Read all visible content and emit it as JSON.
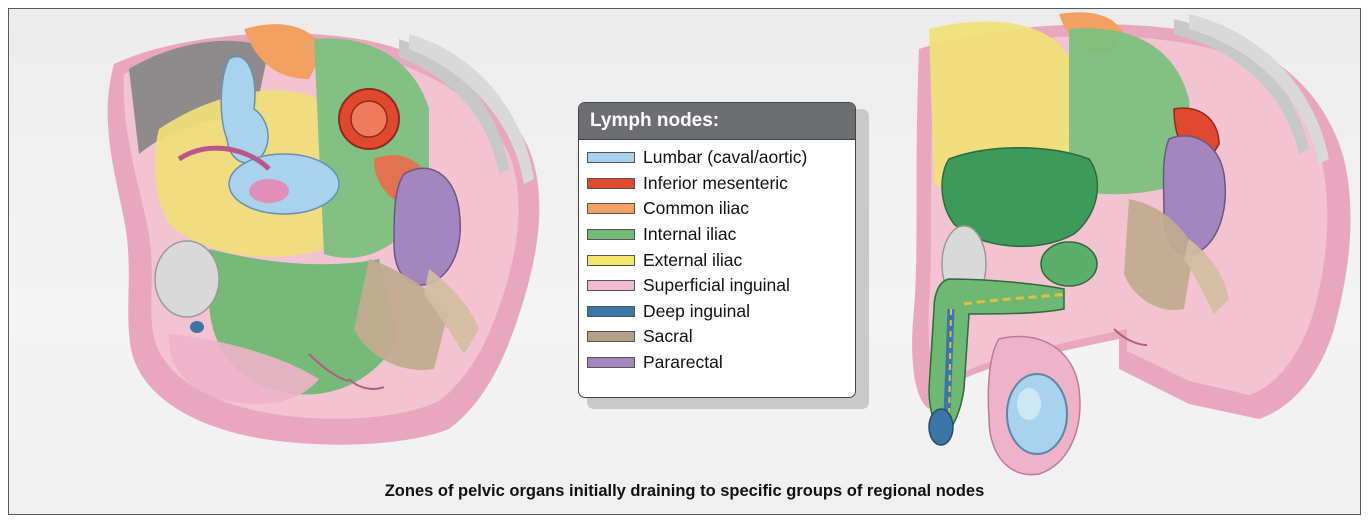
{
  "legend": {
    "title": "Lymph nodes:",
    "items": [
      {
        "label": "Lumbar (caval/aortic)",
        "color": "#a9d3ec"
      },
      {
        "label": "Inferior mesenteric",
        "color": "#e0492f"
      },
      {
        "label": "Common iliac",
        "color": "#f3a162"
      },
      {
        "label": "Internal iliac",
        "color": "#74bb79"
      },
      {
        "label": "External iliac",
        "color": "#f3e46c"
      },
      {
        "label": "Superficial inguinal",
        "color": "#f0bcd3"
      },
      {
        "label": "Deep inguinal",
        "color": "#3b77a6"
      },
      {
        "label": "Sacral",
        "color": "#b5a08a"
      },
      {
        "label": "Pararectal",
        "color": "#a486bf"
      }
    ]
  },
  "caption": "Zones of pelvic organs initially draining to specific groups of regional nodes"
}
